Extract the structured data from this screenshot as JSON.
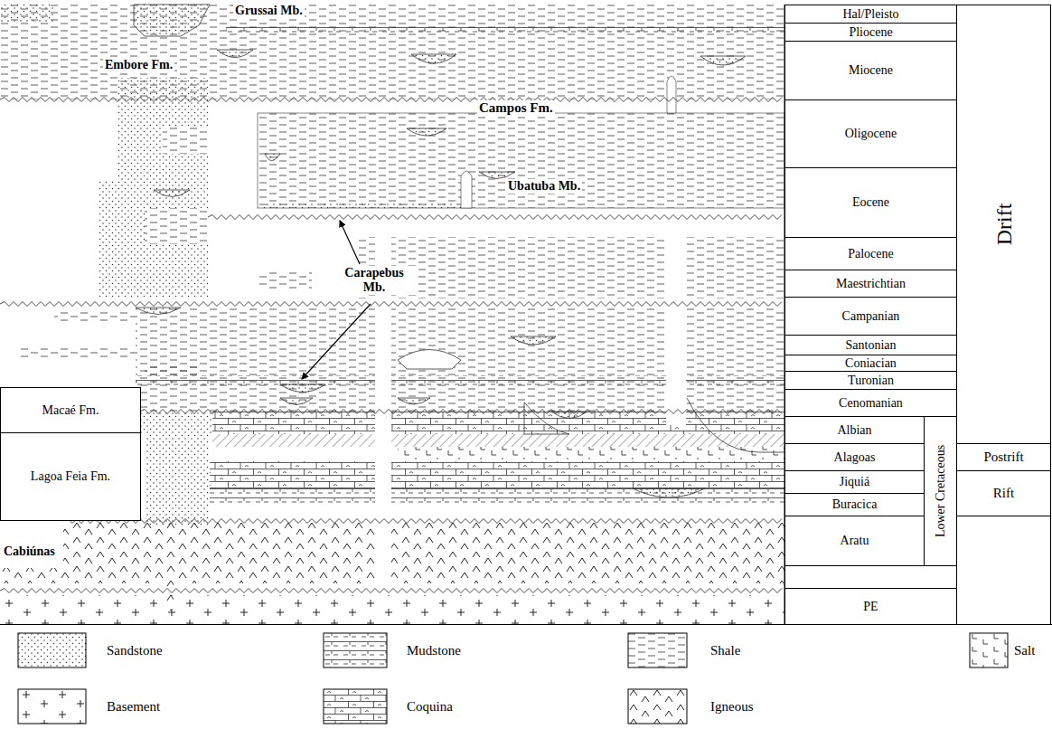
{
  "diagram": {
    "nodes": [
      {
        "text": [
          "Macaé Fm."
        ]
      },
      {
        "text": [
          "Lagoa Feia Fm."
        ]
      },
      {
        "text": [
          "Hal/Pleisto"
        ]
      },
      {
        "text": [
          "Pliocene"
        ]
      },
      {
        "text": [
          "Miocene"
        ]
      },
      {
        "text": [
          "Oligocene"
        ]
      },
      {
        "text": [
          "Eocene"
        ]
      },
      {
        "text": [
          "Palocene"
        ]
      },
      {
        "text": [
          "Maestrichtian"
        ]
      },
      {
        "text": [
          "Campanian"
        ]
      },
      {
        "text": [
          "Santonian"
        ]
      },
      {
        "text": [
          "Coniacian"
        ]
      },
      {
        "text": [
          "Turonian"
        ]
      },
      {
        "text": [
          "Cenomanian"
        ]
      },
      {
        "text": [
          "Albian"
        ]
      },
      {
        "text": [
          "Alagoas"
        ]
      },
      {
        "text": [
          "Jiquiá"
        ]
      },
      {
        "text": [
          "Buracica"
        ]
      },
      {
        "text": [
          "Aratu"
        ]
      },
      {
        "text": [
          "PE"
        ]
      },
      {
        "text": [
          "Lower Cretaceous"
        ]
      },
      {
        "text": [
          "Drift"
        ]
      },
      {
        "text": [
          "Postrift"
        ]
      },
      {
        "text": [
          "Rift"
        ]
      }
    ],
    "labels": [
      "Grussai Mb.",
      "Embore Fm.",
      "Campos Fm.",
      "Ubatuba Mb.",
      "Carapebus Mb.",
      "Cabiúnas"
    ],
    "legend": [
      {
        "text": "Sandstone"
      },
      {
        "text": "Mudstone"
      },
      {
        "text": "Shale"
      },
      {
        "text": "Salt"
      },
      {
        "text": "Basement"
      },
      {
        "text": "Coquina"
      },
      {
        "text": "Igneous"
      }
    ]
  }
}
